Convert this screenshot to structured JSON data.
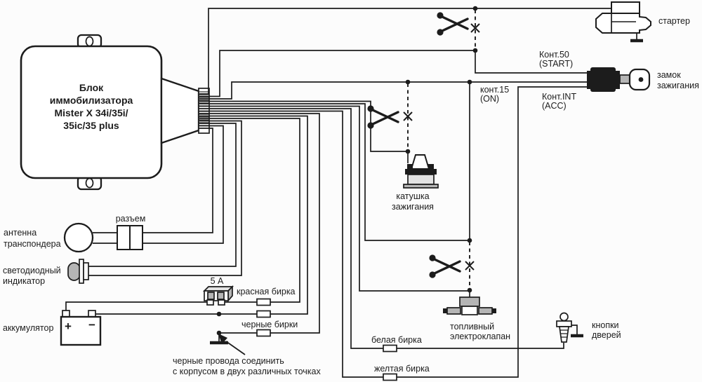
{
  "device": {
    "name_line1": "Блок",
    "name_line2": "иммобилизатора",
    "name_line3": "Mister X 34i/35i/",
    "name_line4": "35ic/35 plus"
  },
  "labels": {
    "starter": "стартер",
    "ignition_lock_1": "замок",
    "ignition_lock_2": "зажигания",
    "kont50_1": "Конт.50",
    "kont50_2": "(START)",
    "kont15_1": "конт.15",
    "kont15_2": "(ON)",
    "kontint_1": "Конт.INT",
    "kontint_2": "(ACC)",
    "coil_1": "катушка",
    "coil_2": "зажигания",
    "valve_1": "топливный",
    "valve_2": "электроклапан",
    "door_buttons_1": "кнопки",
    "door_buttons_2": "дверей",
    "antenna_1": "антенна",
    "antenna_2": "транспондера",
    "connector": "разъем",
    "led_1": "светодиодный",
    "led_2": "индикатор",
    "battery": "аккумулятор",
    "battery_plus": "+",
    "battery_minus": "−",
    "fuse": "5 А",
    "tag_red": "красная бирка",
    "tag_black": "черные бирки",
    "tag_white": "белая бирка",
    "tag_yellow": "желтая бирка",
    "note_1": "черные провода соединить",
    "note_2": "с корпусом в двух различных точках"
  },
  "colors": {
    "wire": "#1c1c1c",
    "background": "#fcfcfc",
    "component_gray": "#b5b5b5"
  }
}
